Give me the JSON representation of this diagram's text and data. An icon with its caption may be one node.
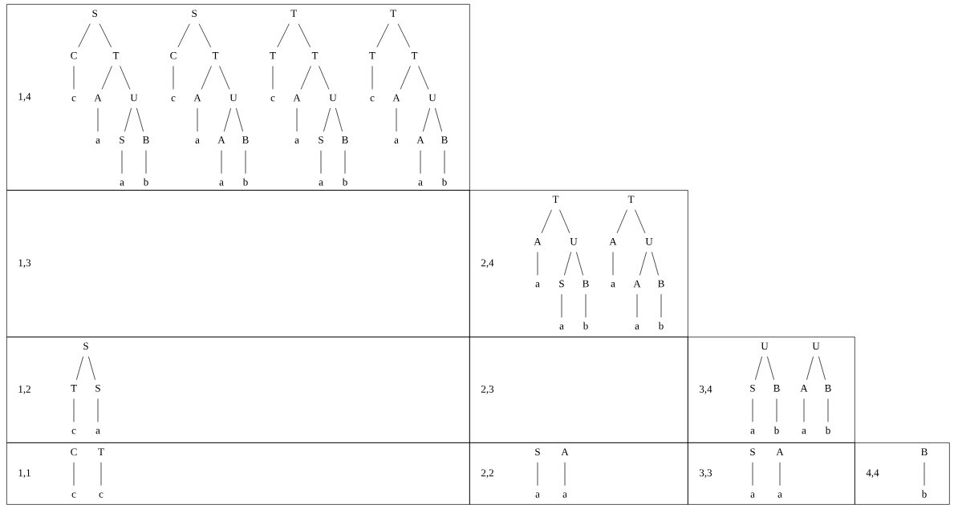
{
  "diagram": {
    "nodes": [
      {
        "text": [
          "1,4"
        ]
      },
      {
        "text": [
          "1,3"
        ]
      },
      {
        "text": [
          "2,4"
        ]
      },
      {
        "text": [
          "1,2"
        ]
      },
      {
        "text": [
          "2,3"
        ]
      },
      {
        "text": [
          "3,4"
        ]
      },
      {
        "text": [
          "1,1"
        ]
      },
      {
        "text": [
          "2,2"
        ]
      },
      {
        "text": [
          "3,3"
        ]
      },
      {
        "text": [
          "4,4"
        ]
      },
      {
        "text": [
          "S"
        ],
        "in": 0
      },
      {
        "text": [
          "C"
        ],
        "in": 0
      },
      {
        "text": [
          "c"
        ],
        "in": 0
      },
      {
        "text": [
          "T"
        ],
        "in": 0
      },
      {
        "text": [
          "A"
        ],
        "in": 0
      },
      {
        "text": [
          "a"
        ],
        "in": 0
      },
      {
        "text": [
          "U"
        ],
        "in": 0
      },
      {
        "text": [
          "S"
        ],
        "in": 0
      },
      {
        "text": [
          "a"
        ],
        "in": 0
      },
      {
        "text": [
          "B"
        ],
        "in": 0
      },
      {
        "text": [
          "b"
        ],
        "in": 0
      },
      {
        "text": [
          "S"
        ],
        "in": 0
      },
      {
        "text": [
          "C"
        ],
        "in": 0
      },
      {
        "text": [
          "c"
        ],
        "in": 0
      },
      {
        "text": [
          "T"
        ],
        "in": 0
      },
      {
        "text": [
          "A"
        ],
        "in": 0
      },
      {
        "text": [
          "a"
        ],
        "in": 0
      },
      {
        "text": [
          "U"
        ],
        "in": 0
      },
      {
        "text": [
          "A"
        ],
        "in": 0
      },
      {
        "text": [
          "a"
        ],
        "in": 0
      },
      {
        "text": [
          "B"
        ],
        "in": 0
      },
      {
        "text": [
          "b"
        ],
        "in": 0
      },
      {
        "text": [
          "T"
        ],
        "in": 0
      },
      {
        "text": [
          "T"
        ],
        "in": 0
      },
      {
        "text": [
          "c"
        ],
        "in": 0
      },
      {
        "text": [
          "T"
        ],
        "in": 0
      },
      {
        "text": [
          "A"
        ],
        "in": 0
      },
      {
        "text": [
          "a"
        ],
        "in": 0
      },
      {
        "text": [
          "U"
        ],
        "in": 0
      },
      {
        "text": [
          "S"
        ],
        "in": 0
      },
      {
        "text": [
          "a"
        ],
        "in": 0
      },
      {
        "text": [
          "B"
        ],
        "in": 0
      },
      {
        "text": [
          "b"
        ],
        "in": 0
      },
      {
        "text": [
          "T"
        ],
        "in": 0
      },
      {
        "text": [
          "T"
        ],
        "in": 0
      },
      {
        "text": [
          "c"
        ],
        "in": 0
      },
      {
        "text": [
          "T"
        ],
        "in": 0
      },
      {
        "text": [
          "A"
        ],
        "in": 0
      },
      {
        "text": [
          "a"
        ],
        "in": 0
      },
      {
        "text": [
          "U"
        ],
        "in": 0
      },
      {
        "text": [
          "A"
        ],
        "in": 0
      },
      {
        "text": [
          "a"
        ],
        "in": 0
      },
      {
        "text": [
          "B"
        ],
        "in": 0
      },
      {
        "text": [
          "b"
        ],
        "in": 0
      },
      {
        "text": [
          "T"
        ],
        "in": 2
      },
      {
        "text": [
          "A"
        ],
        "in": 2
      },
      {
        "text": [
          "a"
        ],
        "in": 2
      },
      {
        "text": [
          "U"
        ],
        "in": 2
      },
      {
        "text": [
          "S"
        ],
        "in": 2
      },
      {
        "text": [
          "a"
        ],
        "in": 2
      },
      {
        "text": [
          "B"
        ],
        "in": 2
      },
      {
        "text": [
          "b"
        ],
        "in": 2
      },
      {
        "text": [
          "T"
        ],
        "in": 2
      },
      {
        "text": [
          "A"
        ],
        "in": 2
      },
      {
        "text": [
          "a"
        ],
        "in": 2
      },
      {
        "text": [
          "U"
        ],
        "in": 2
      },
      {
        "text": [
          "A"
        ],
        "in": 2
      },
      {
        "text": [
          "a"
        ],
        "in": 2
      },
      {
        "text": [
          "B"
        ],
        "in": 2
      },
      {
        "text": [
          "b"
        ],
        "in": 2
      },
      {
        "text": [
          "S"
        ],
        "in": 3
      },
      {
        "text": [
          "T"
        ],
        "in": 3
      },
      {
        "text": [
          "c"
        ],
        "in": 3
      },
      {
        "text": [
          "S"
        ],
        "in": 3
      },
      {
        "text": [
          "a"
        ],
        "in": 3
      },
      {
        "text": [
          "U"
        ],
        "in": 5
      },
      {
        "text": [
          "S"
        ],
        "in": 5
      },
      {
        "text": [
          "a"
        ],
        "in": 5
      },
      {
        "text": [
          "B"
        ],
        "in": 5
      },
      {
        "text": [
          "b"
        ],
        "in": 5
      },
      {
        "text": [
          "U"
        ],
        "in": 5
      },
      {
        "text": [
          "A"
        ],
        "in": 5
      },
      {
        "text": [
          "a"
        ],
        "in": 5
      },
      {
        "text": [
          "B"
        ],
        "in": 5
      },
      {
        "text": [
          "b"
        ],
        "in": 5
      },
      {
        "text": [
          "C"
        ],
        "in": 6
      },
      {
        "text": [
          "c"
        ],
        "in": 6
      },
      {
        "text": [
          "T"
        ],
        "in": 6
      },
      {
        "text": [
          "c"
        ],
        "in": 6
      },
      {
        "text": [
          "S"
        ],
        "in": 7
      },
      {
        "text": [
          "a"
        ],
        "in": 7
      },
      {
        "text": [
          "A"
        ],
        "in": 7
      },
      {
        "text": [
          "a"
        ],
        "in": 7
      },
      {
        "text": [
          "S"
        ],
        "in": 8
      },
      {
        "text": [
          "a"
        ],
        "in": 8
      },
      {
        "text": [
          "A"
        ],
        "in": 8
      },
      {
        "text": [
          "a"
        ],
        "in": 8
      },
      {
        "text": [
          "B"
        ],
        "in": 9
      },
      {
        "text": [
          "b"
        ],
        "in": 9
      }
    ],
    "edges": [
      {
        "from": 10,
        "to": 11,
        "arrow": "none"
      },
      {
        "from": 11,
        "to": 12,
        "arrow": "none"
      },
      {
        "from": 10,
        "to": 13,
        "arrow": "none"
      },
      {
        "from": 13,
        "to": 14,
        "arrow": "none"
      },
      {
        "from": 14,
        "to": 15,
        "arrow": "none"
      },
      {
        "from": 13,
        "to": 16,
        "arrow": "none"
      },
      {
        "from": 16,
        "to": 17,
        "arrow": "none"
      },
      {
        "from": 17,
        "to": 18,
        "arrow": "none"
      },
      {
        "from": 16,
        "to": 19,
        "arrow": "none"
      },
      {
        "from": 19,
        "to": 20,
        "arrow": "none"
      },
      {
        "from": 21,
        "to": 22,
        "arrow": "none"
      },
      {
        "from": 22,
        "to": 23,
        "arrow": "none"
      },
      {
        "from": 21,
        "to": 24,
        "arrow": "none"
      },
      {
        "from": 24,
        "to": 25,
        "arrow": "none"
      },
      {
        "from": 25,
        "to": 26,
        "arrow": "none"
      },
      {
        "from": 24,
        "to": 27,
        "arrow": "none"
      },
      {
        "from": 27,
        "to": 28,
        "arrow": "none"
      },
      {
        "from": 28,
        "to": 29,
        "arrow": "none"
      },
      {
        "from": 27,
        "to": 30,
        "arrow": "none"
      },
      {
        "from": 30,
        "to": 31,
        "arrow": "none"
      },
      {
        "from": 32,
        "to": 33,
        "arrow": "none"
      },
      {
        "from": 33,
        "to": 34,
        "arrow": "none"
      },
      {
        "from": 32,
        "to": 35,
        "arrow": "none"
      },
      {
        "from": 35,
        "to": 36,
        "arrow": "none"
      },
      {
        "from": 36,
        "to": 37,
        "arrow": "none"
      },
      {
        "from": 35,
        "to": 38,
        "arrow": "none"
      },
      {
        "from": 38,
        "to": 39,
        "arrow": "none"
      },
      {
        "from": 39,
        "to": 40,
        "arrow": "none"
      },
      {
        "from": 38,
        "to": 41,
        "arrow": "none"
      },
      {
        "from": 41,
        "to": 42,
        "arrow": "none"
      },
      {
        "from": 43,
        "to": 44,
        "arrow": "none"
      },
      {
        "from": 44,
        "to": 45,
        "arrow": "none"
      },
      {
        "from": 43,
        "to": 46,
        "arrow": "none"
      },
      {
        "from": 46,
        "to": 47,
        "arrow": "none"
      },
      {
        "from": 47,
        "to": 48,
        "arrow": "none"
      },
      {
        "from": 46,
        "to": 49,
        "arrow": "none"
      },
      {
        "from": 49,
        "to": 50,
        "arrow": "none"
      },
      {
        "from": 50,
        "to": 51,
        "arrow": "none"
      },
      {
        "from": 49,
        "to": 52,
        "arrow": "none"
      },
      {
        "from": 52,
        "to": 53,
        "arrow": "none"
      },
      {
        "from": 54,
        "to": 55,
        "arrow": "none"
      },
      {
        "from": 55,
        "to": 56,
        "arrow": "none"
      },
      {
        "from": 54,
        "to": 57,
        "arrow": "none"
      },
      {
        "from": 57,
        "to": 58,
        "arrow": "none"
      },
      {
        "from": 58,
        "to": 59,
        "arrow": "none"
      },
      {
        "from": 57,
        "to": 60,
        "arrow": "none"
      },
      {
        "from": 60,
        "to": 61,
        "arrow": "none"
      },
      {
        "from": 62,
        "to": 63,
        "arrow": "none"
      },
      {
        "from": 63,
        "to": 64,
        "arrow": "none"
      },
      {
        "from": 62,
        "to": 65,
        "arrow": "none"
      },
      {
        "from": 65,
        "to": 66,
        "arrow": "none"
      },
      {
        "from": 66,
        "to": 67,
        "arrow": "none"
      },
      {
        "from": 65,
        "to": 68,
        "arrow": "none"
      },
      {
        "from": 68,
        "to": 69,
        "arrow": "none"
      },
      {
        "from": 70,
        "to": 71,
        "arrow": "none"
      },
      {
        "from": 71,
        "to": 72,
        "arrow": "none"
      },
      {
        "from": 70,
        "to": 73,
        "arrow": "none"
      },
      {
        "from": 73,
        "to": 74,
        "arrow": "none"
      },
      {
        "from": 75,
        "to": 76,
        "arrow": "none"
      },
      {
        "from": 76,
        "to": 77,
        "arrow": "none"
      },
      {
        "from": 75,
        "to": 78,
        "arrow": "none"
      },
      {
        "from": 78,
        "to": 79,
        "arrow": "none"
      },
      {
        "from": 80,
        "to": 81,
        "arrow": "none"
      },
      {
        "from": 81,
        "to": 82,
        "arrow": "none"
      },
      {
        "from": 80,
        "to": 83,
        "arrow": "none"
      },
      {
        "from": 83,
        "to": 84,
        "arrow": "none"
      },
      {
        "from": 85,
        "to": 86,
        "arrow": "none"
      },
      {
        "from": 87,
        "to": 88,
        "arrow": "none"
      },
      {
        "from": 89,
        "to": 90,
        "arrow": "none"
      },
      {
        "from": 91,
        "to": 92,
        "arrow": "none"
      },
      {
        "from": 93,
        "to": 94,
        "arrow": "none"
      },
      {
        "from": 95,
        "to": 96,
        "arrow": "none"
      },
      {
        "from": 97,
        "to": 98,
        "arrow": "none"
      }
    ]
  }
}
